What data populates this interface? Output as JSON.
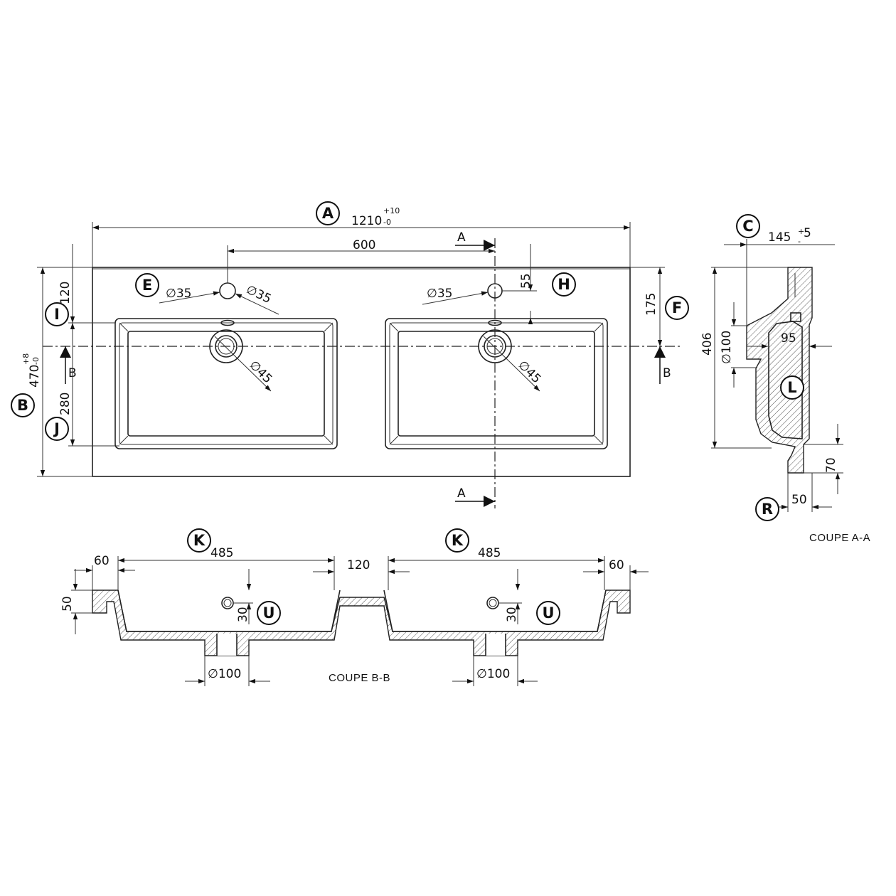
{
  "dimensions": {
    "a_overall_width": "1210",
    "a_tol_plus": "+10",
    "a_tol_minus": "-0",
    "tap_spacing": "600",
    "b_overall_depth": "470",
    "b_tol_plus": "+8",
    "b_tol_minus": "-0",
    "i_front_edge": "120",
    "j_basin_depth": "280",
    "f_tap_offset": "175",
    "h_tap_to_bowl": "55",
    "tap_hole_left": "35",
    "overflow_left": "35",
    "tap_hole_right": "35",
    "drain_left": "45",
    "drain_right": "45",
    "c_height": "145",
    "c_tol_plus": "+",
    "c_tol_minus": "-",
    "c_tol_value": "5",
    "section_drain_dia": "100",
    "drain_offset": "95",
    "section_depth": "406",
    "foot_height": "70",
    "r_foot_width": "50",
    "k_bowl_width_left": "485",
    "k_bowl_width_right": "485",
    "rim_left": "60",
    "rim_center": "120",
    "rim_right": "60",
    "rim_height": "50",
    "u_overflow_left": "30",
    "u_overflow_right": "30",
    "drain_dia_left": "100",
    "drain_dia_right": "100"
  },
  "diameter_symbol": "∅",
  "callouts": {
    "a": "A",
    "b": "B",
    "c": "C",
    "e": "E",
    "f": "F",
    "h": "H",
    "i": "I",
    "j": "J",
    "k1": "K",
    "k2": "K",
    "l": "L",
    "r": "R",
    "u1": "U",
    "u2": "U"
  },
  "section_marks": {
    "a_top": "A",
    "a_bottom": "A",
    "b_left": "B",
    "b_right": "B"
  },
  "captions": {
    "section_aa": "COUPE A-A",
    "section_bb": "COUPE B-B"
  }
}
